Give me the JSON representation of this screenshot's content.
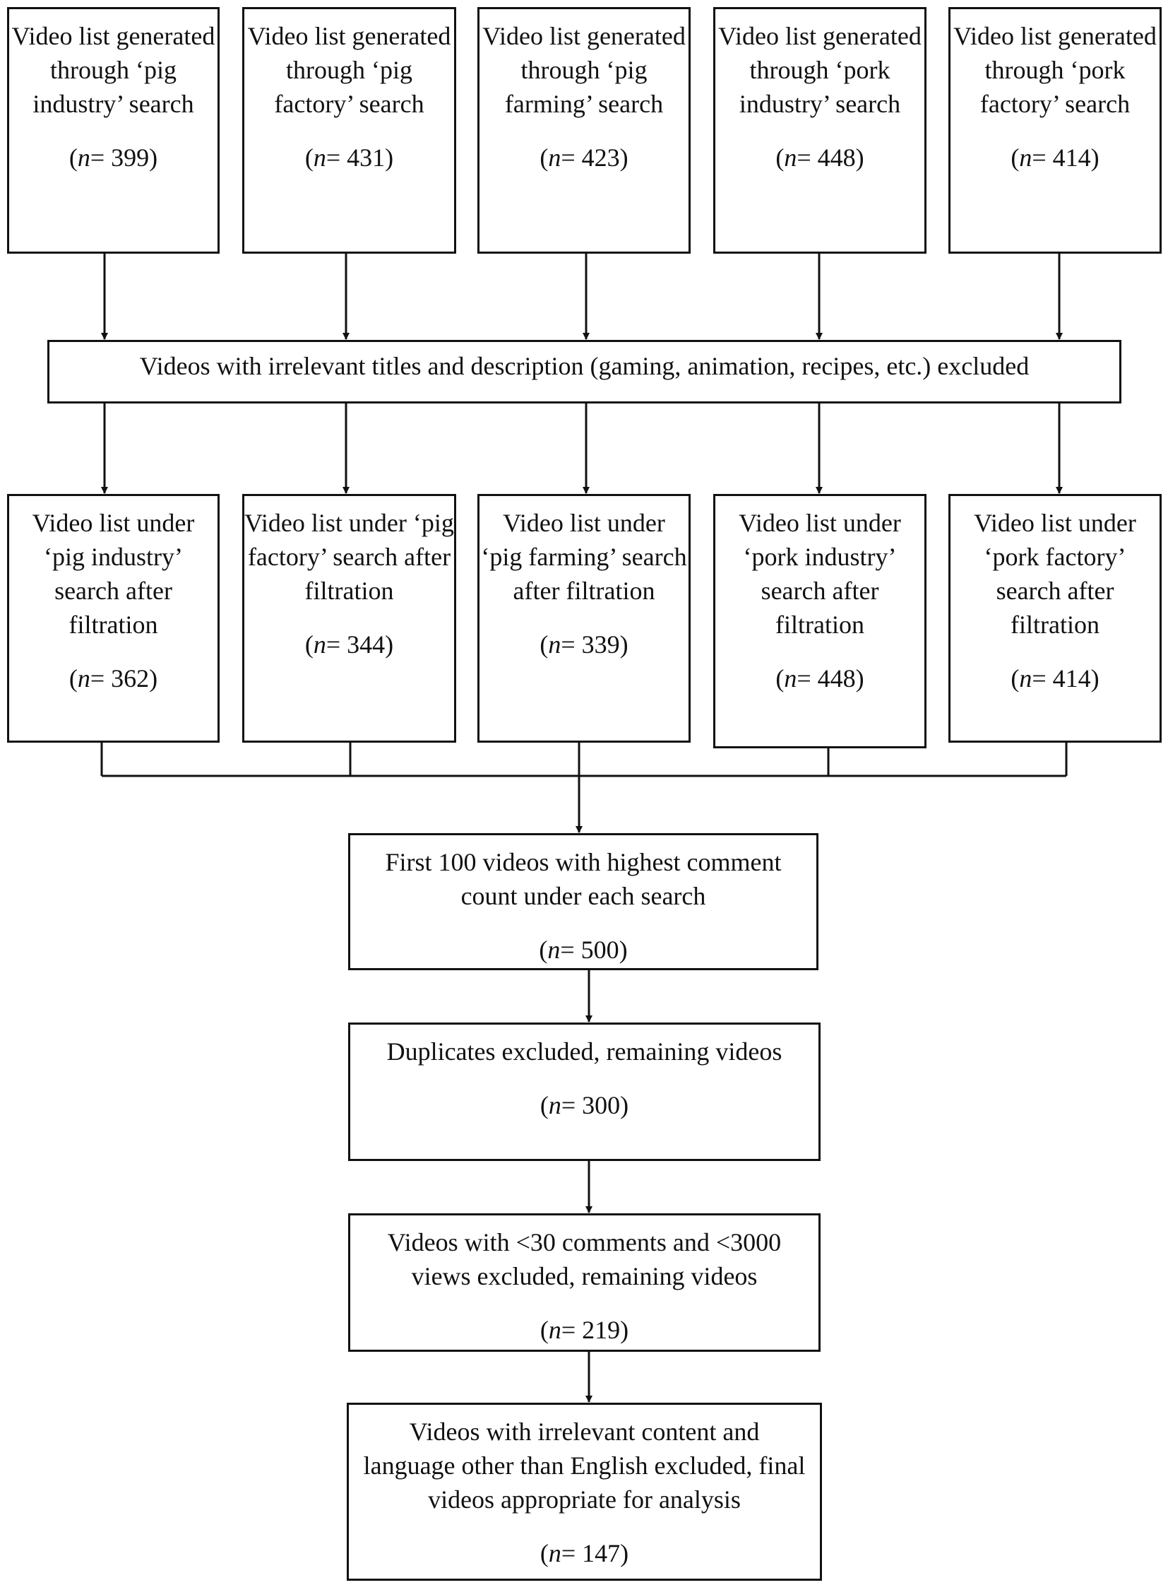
{
  "sources": [
    {
      "text": "Video list generated through ‘pig industry’ search",
      "n": "399"
    },
    {
      "text": "Video list generated through ‘pig factory’ search",
      "n": "431"
    },
    {
      "text": "Video list generated through ‘pig farming’ search",
      "n": "423"
    },
    {
      "text": "Video list generated through ‘pork industry’ search",
      "n": "448"
    },
    {
      "text": "Video list generated through ‘pork factory’ search",
      "n": "414"
    }
  ],
  "filter_step": {
    "text": "Videos with irrelevant titles and description (gaming, animation, recipes, etc.) excluded"
  },
  "filtered": [
    {
      "text": "Video list under ‘pig industry’ search after filtration",
      "n": "362"
    },
    {
      "text": "Video list under ‘pig factory’ search after filtration",
      "n": "344"
    },
    {
      "text": "Video list under ‘pig farming’ search after filtration",
      "n": "339"
    },
    {
      "text": "Video list under ‘pork industry’ search after filtration",
      "n": "448"
    },
    {
      "text": "Video list under ‘pork factory’ search after filtration",
      "n": "414"
    }
  ],
  "steps": [
    {
      "text": "First 100 videos with highest comment count under each search",
      "n": "500"
    },
    {
      "text": "Duplicates excluded, remaining videos",
      "n": "300"
    },
    {
      "text": "Videos with <30 comments and <3000 views excluded, remaining videos",
      "n": "219"
    },
    {
      "text": "Videos with irrelevant content and language other than English excluded, final videos appropriate for analysis",
      "n": "147"
    }
  ],
  "n_prefix": "n",
  "n_eq": "= "
}
